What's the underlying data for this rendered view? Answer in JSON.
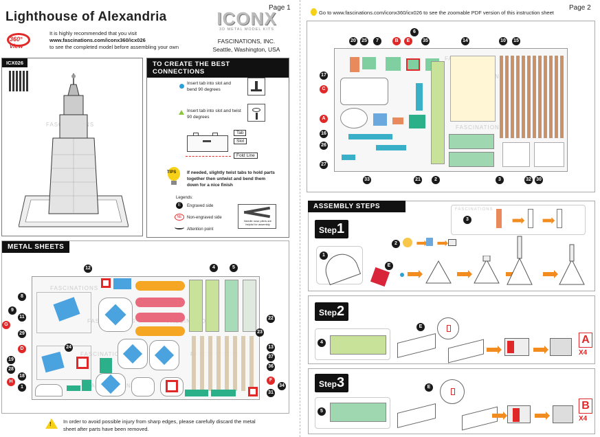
{
  "page1": {
    "page_label": "Page 1",
    "title": "Lighthouse of Alexandria",
    "brand": "ICONX",
    "brand_sub": "3D METAL MODEL KITS",
    "view360": "360° view",
    "intro_line1": "It is highly recommended that you visit",
    "intro_url": "www.fascinations.com/iconx360/icx026",
    "intro_line3": "to see the completed model before assembling your own",
    "company": "FASCINATIONS, INC.",
    "city": "Seattle, Washington, USA",
    "model_code": "ICX026",
    "watermark": "FASCINATIONS",
    "connections": {
      "banner": "TO CREATE THE BEST CONNECTIONS",
      "tip1": "Insert tab into slot and bend 90 degrees",
      "tip2": "Insert tab into slot and twist 90 degrees",
      "label_tab": "Tab",
      "label_slot": "Slot",
      "label_fold": "Fold Line",
      "tips_badge": "TIPS",
      "tips_text": "If needed, slightly twist tabs to hold parts together then untwist and bend them down for a nice finish",
      "legends_title": "Legends:",
      "legend_e": "Engraved side",
      "legend_ne": "Non-engraved side",
      "legend_att": "Attention point",
      "plier_note": "Needle nose pliers are helpful for assembly",
      "icon_e": "E",
      "icon_ne": "NE"
    },
    "metal_sheets": {
      "banner": "METAL SHEETS",
      "callouts_left": [
        "8",
        "9",
        "11",
        "G",
        "29",
        "D",
        "19",
        "28",
        "18",
        "H",
        "1"
      ],
      "callouts_top": [
        "12",
        "4",
        "5"
      ],
      "callouts_right": [
        "22",
        "23",
        "13",
        "37",
        "36",
        "F",
        "31",
        "34"
      ],
      "callout_24": "24"
    },
    "warning": "In order to avoid possible injury from sharp edges, please carefully discard the metal sheet after parts have been removed."
  },
  "page2": {
    "page_label": "Page 2",
    "zoom_note": "Go to www.fascinations.com/iconx360/icx026 to see the zoomable PDF version of this instruction sheet",
    "sheet_callouts_top": [
      "20",
      "25",
      "7",
      "B",
      "E",
      "35",
      "6",
      "14",
      "10",
      "15"
    ],
    "sheet_callouts_left": [
      "17",
      "C",
      "A",
      "16",
      "26",
      "27"
    ],
    "sheet_callouts_bottom": [
      "33",
      "21",
      "2",
      "3",
      "32",
      "30"
    ],
    "assembly_banner": "ASSEMBLY STEPS",
    "watermark": "FASCINATIONS",
    "step_word": "Step",
    "steps": [
      {
        "n": "1",
        "parts": [
          "1",
          "2",
          "3"
        ],
        "engraved": "E"
      },
      {
        "n": "2",
        "parts": [
          "4"
        ],
        "engraved": "E",
        "result": "A",
        "qty": "X4"
      },
      {
        "n": "3",
        "parts": [
          "5"
        ],
        "engraved": "E",
        "result": "B",
        "qty": "X4"
      }
    ]
  }
}
